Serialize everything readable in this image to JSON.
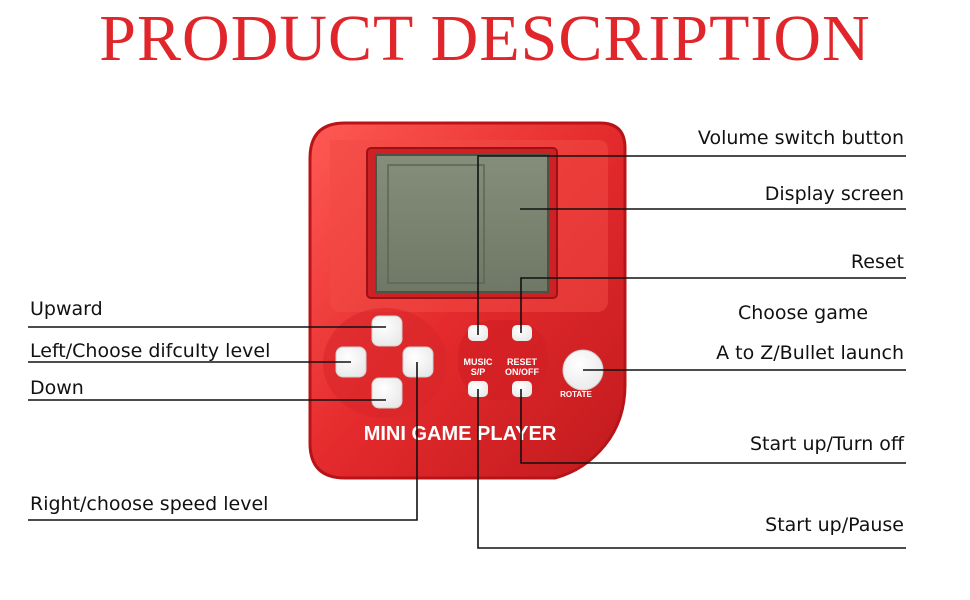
{
  "title": "PRODUCT DESCRIPTION",
  "colors": {
    "title": "#e0262a",
    "body": "#e42a2c",
    "body_dark": "#b81418",
    "screen": "#7b8470",
    "line": "#111111"
  },
  "device": {
    "brand_text": "MINI GAME PLAYER",
    "music_label": "MUSIC",
    "sp_label": "S/P",
    "reset_label": "RESET",
    "onoff_label": "ON/OFF",
    "rotate_label": "ROTATE"
  },
  "labels": {
    "volume_switch": "Volume switch button",
    "display_screen": "Display screen",
    "reset": "Reset",
    "choose_game": "Choose game",
    "a_to_z": "A to Z/Bullet launch",
    "start_turn_off": "Start up/Turn off",
    "start_pause": "Start up/Pause",
    "upward": "Upward",
    "left_difficulty": "Left/Choose difcuIty level",
    "down": "Down",
    "right_speed": "Right/choose speed level"
  }
}
